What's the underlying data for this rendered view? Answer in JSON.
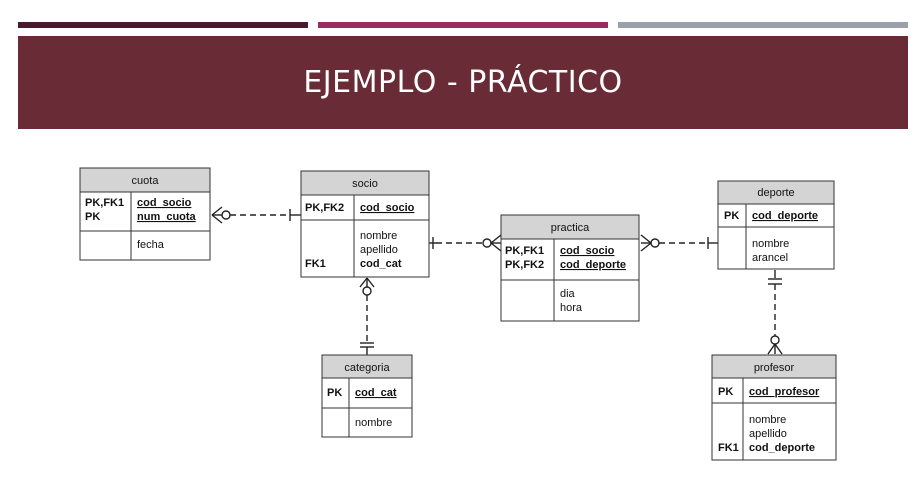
{
  "slide": {
    "title": "EJEMPLO - PRÁCTICO"
  },
  "colors": {
    "banner": "#692b36",
    "bar_dark": "#4a1a2c",
    "bar_magenta": "#9c2a62",
    "bar_gray": "#9aa1aa",
    "entity_header": "#d4d4d4",
    "entity_border": "#333333"
  },
  "entities": {
    "cuota": {
      "name": "cuota",
      "keys": [
        "PK,FK1",
        "PK"
      ],
      "pk_fields": [
        "cod_socio",
        "num_cuota"
      ],
      "fk_labels": [],
      "attrs": [
        "fecha"
      ]
    },
    "socio": {
      "name": "socio",
      "keys": [
        "PK,FK2"
      ],
      "pk_fields": [
        "cod_socio"
      ],
      "fk_labels": [
        "FK1"
      ],
      "attrs": [
        "nombre",
        "apellido"
      ],
      "fk_field": "cod_cat"
    },
    "practica": {
      "name": "practica",
      "keys": [
        "PK,FK1",
        "PK,FK2"
      ],
      "pk_fields": [
        "cod_socio",
        "cod_deporte"
      ],
      "fk_labels": [],
      "attrs": [
        "dia",
        "hora"
      ]
    },
    "deporte": {
      "name": "deporte",
      "keys": [
        "PK"
      ],
      "pk_fields": [
        "cod_deporte"
      ],
      "fk_labels": [],
      "attrs": [
        "nombre",
        "arancel"
      ]
    },
    "categoria": {
      "name": "categoria",
      "keys": [
        "PK"
      ],
      "pk_fields": [
        "cod_cat"
      ],
      "fk_labels": [],
      "attrs": [
        "nombre"
      ]
    },
    "profesor": {
      "name": "profesor",
      "keys": [
        "PK"
      ],
      "pk_fields": [
        "cod_profesor"
      ],
      "fk_labels": [
        "FK1"
      ],
      "attrs": [
        "nombre",
        "apellido"
      ],
      "fk_field": "cod_deporte"
    }
  }
}
